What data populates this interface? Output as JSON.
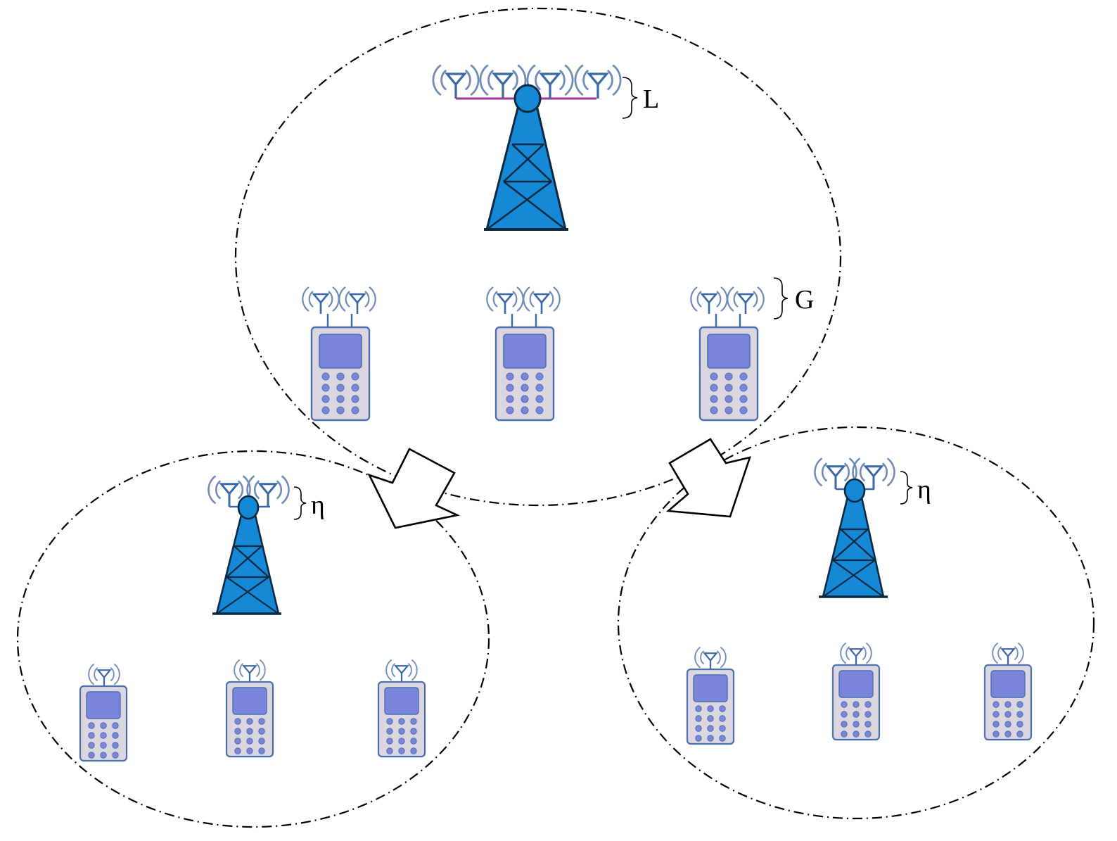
{
  "diagram": {
    "labels": {
      "bs_antennas": "L",
      "user_antennas": "G",
      "relay_left_antennas": "η",
      "relay_right_antennas": "η"
    },
    "icons": {
      "base_station": "tower-icon",
      "user": "mobile-phone-icon",
      "antenna": "antenna-icon",
      "link": "arrow-icon"
    },
    "colors": {
      "tower": "#1589D6",
      "antenna": "#3A68A8",
      "feed_line": "#A03A9A",
      "phone_body": "#DCD6E0",
      "phone_screen": "#7B86DB",
      "phone_outline": "#4A70B0"
    }
  }
}
